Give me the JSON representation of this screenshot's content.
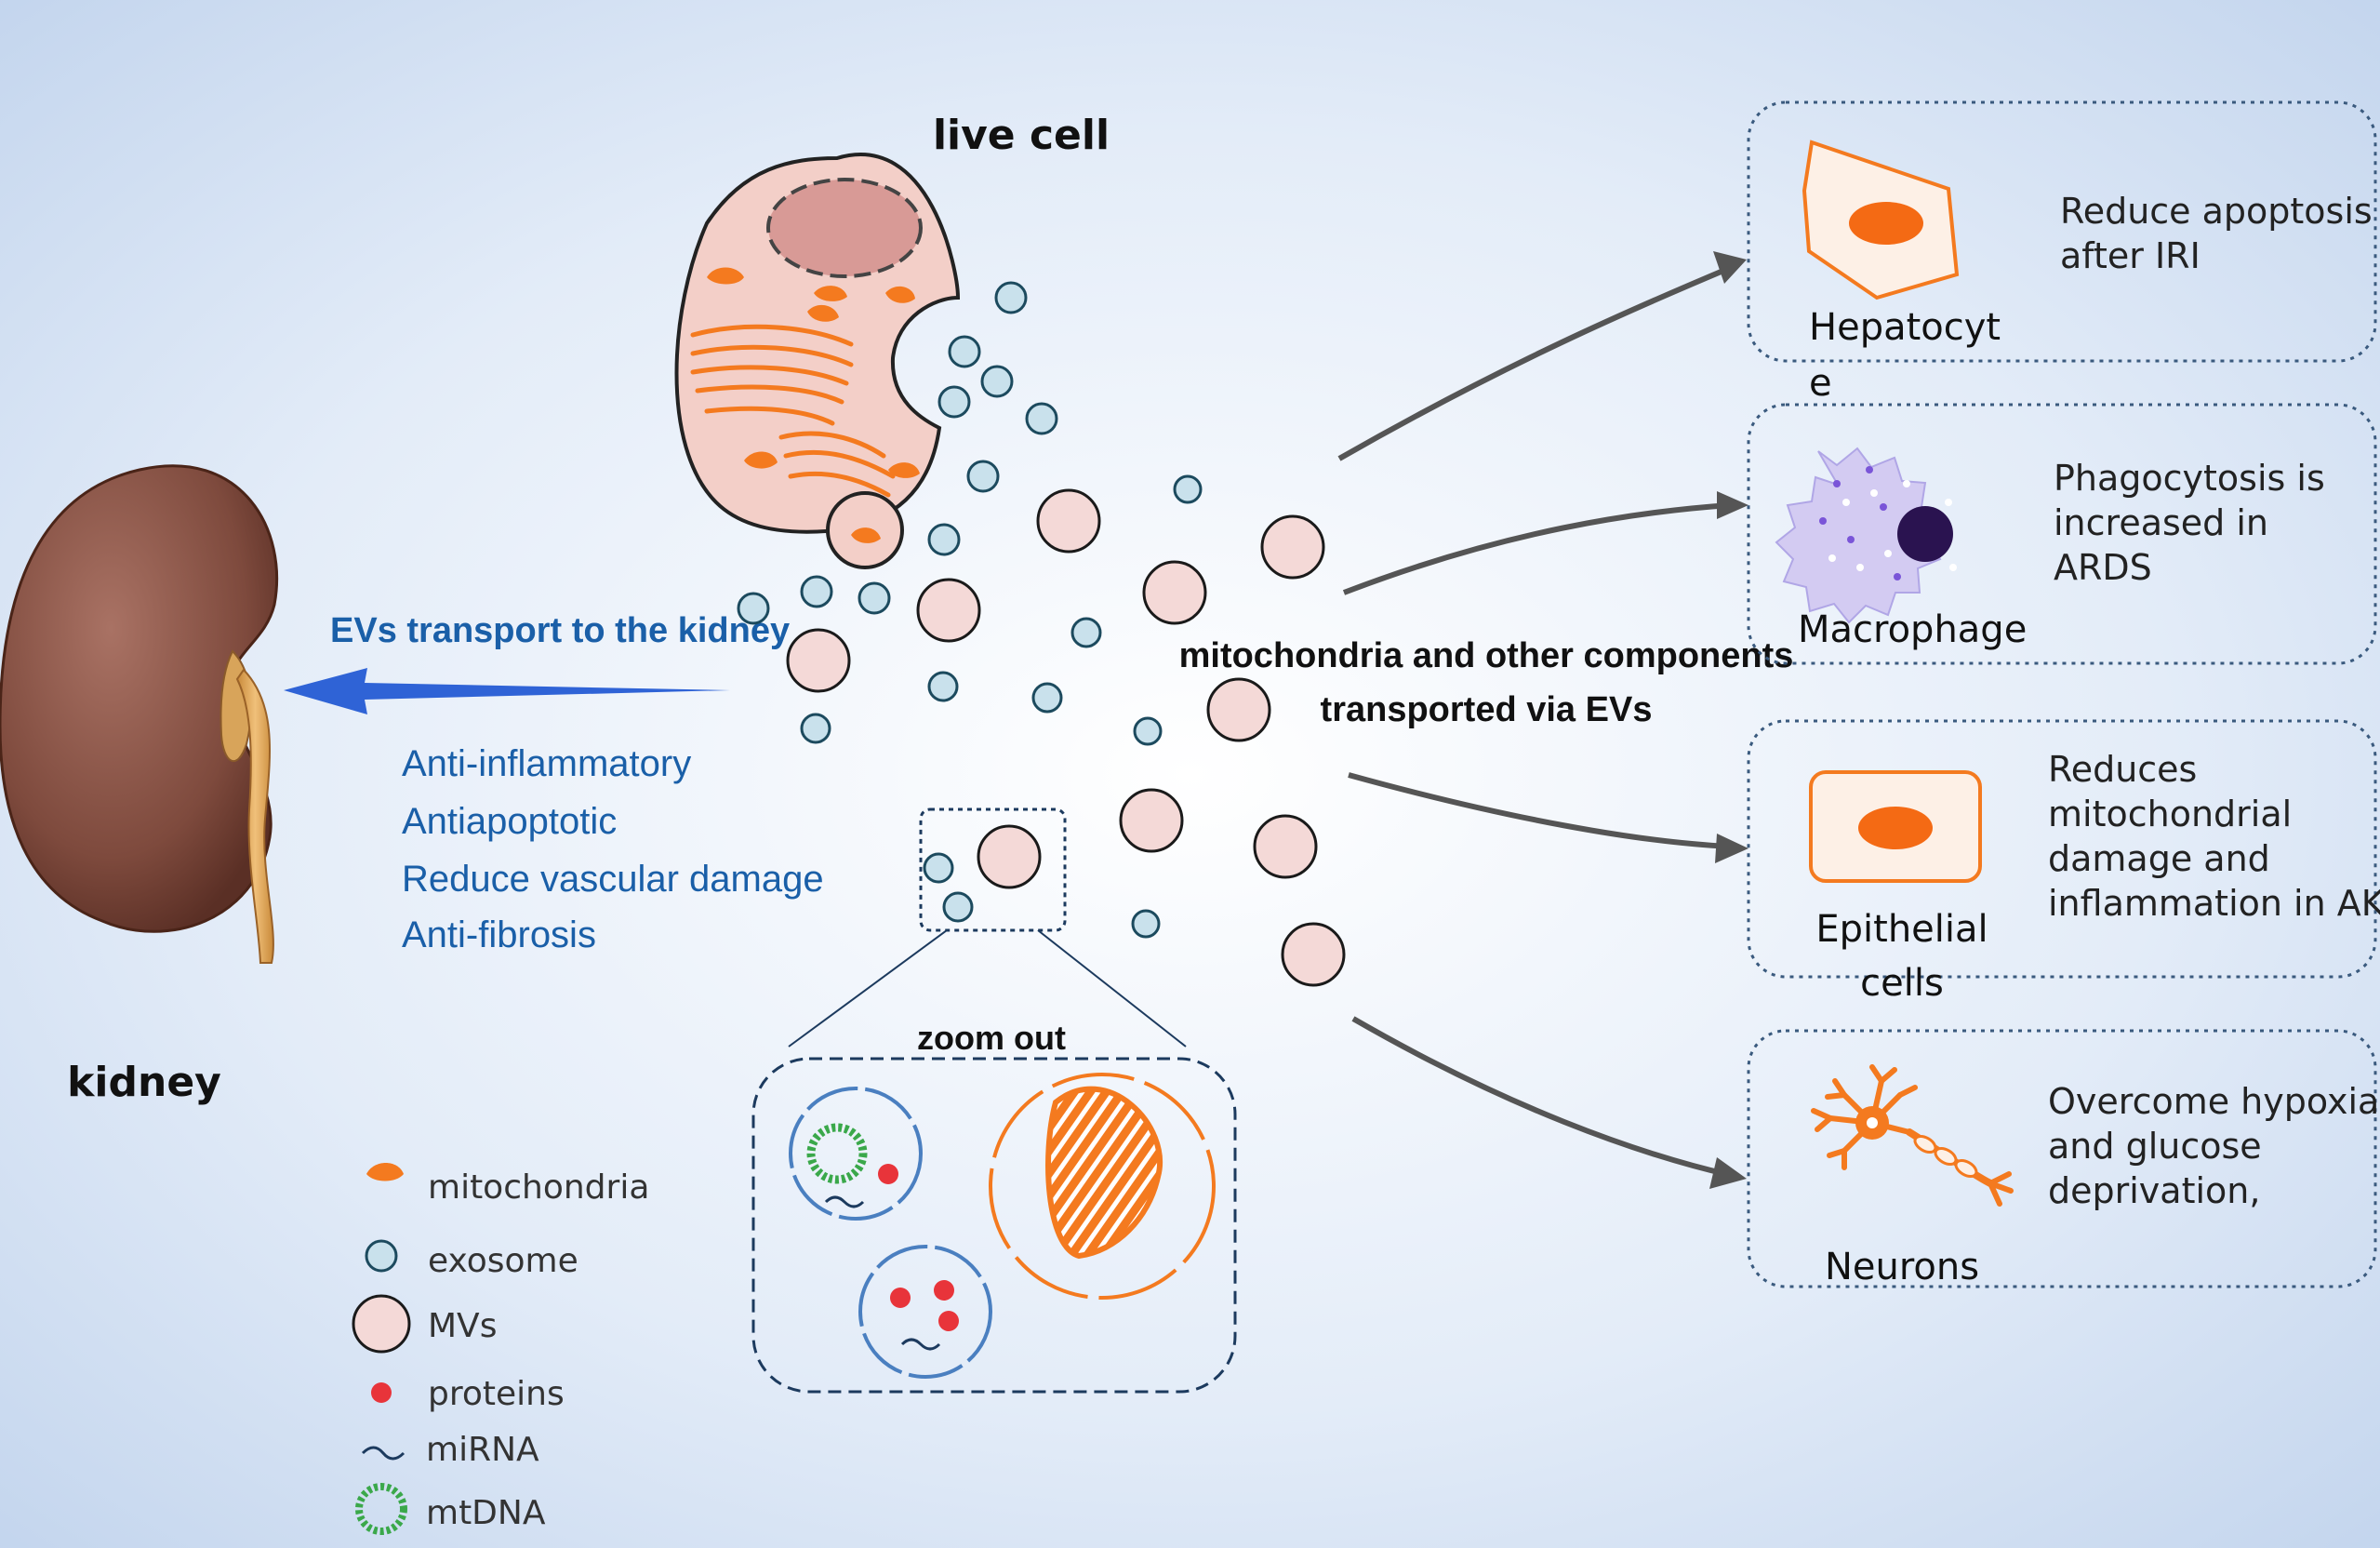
{
  "title_live_cell": "live cell",
  "title_kidney": "kidney",
  "ev_transport_label": "EVs transport to the kidney",
  "kidney_effects": [
    "Anti-inflammatory",
    "Antiapoptotic",
    "Reduce vascular damage",
    "Anti-fibrosis"
  ],
  "center_label": [
    "mitochondria and other components",
    "transported via EVs"
  ],
  "zoom_label": "zoom out",
  "legend": [
    {
      "key": "mitochondria",
      "label": "mitochondria"
    },
    {
      "key": "exosome",
      "label": "exosome"
    },
    {
      "key": "mvs",
      "label": "MVs"
    },
    {
      "key": "proteins",
      "label": "proteins"
    },
    {
      "key": "mirna",
      "label": "miRNA"
    },
    {
      "key": "mtdna",
      "label": "mtDNA"
    }
  ],
  "targets": [
    {
      "cell": [
        "Hepatocyt",
        "e"
      ],
      "effect": [
        "Reduce apoptosis",
        "after IRI"
      ]
    },
    {
      "cell": [
        "Macrophage"
      ],
      "effect": [
        "Phagocytosis is",
        "increased in",
        "ARDS"
      ]
    },
    {
      "cell": [
        "Epithelial",
        "cells"
      ],
      "effect": [
        "Reduces",
        "mitochondrial",
        "damage and",
        "inflammation in AKI"
      ]
    },
    {
      "cell": [
        "Neurons"
      ],
      "effect": [
        "Overcome hypoxia",
        "and glucose",
        "deprivation,"
      ]
    }
  ],
  "colors": {
    "background_center": "#ffffff",
    "background_edge": "#c3d5ee",
    "blue_text": "#1a5fa8",
    "arrow_blue": "#2f63d6",
    "exosome_fill": "#c9e1ec",
    "exosome_stroke": "#1c4a5e",
    "mv_fill": "#f4d9d7",
    "mitochondria": "#f47a1f",
    "protein": "#e8343a",
    "mtdna": "#3aa84a",
    "cell_body": "#f3cfc8",
    "nucleus": "#d89a96",
    "kidney": "#8c5446"
  }
}
